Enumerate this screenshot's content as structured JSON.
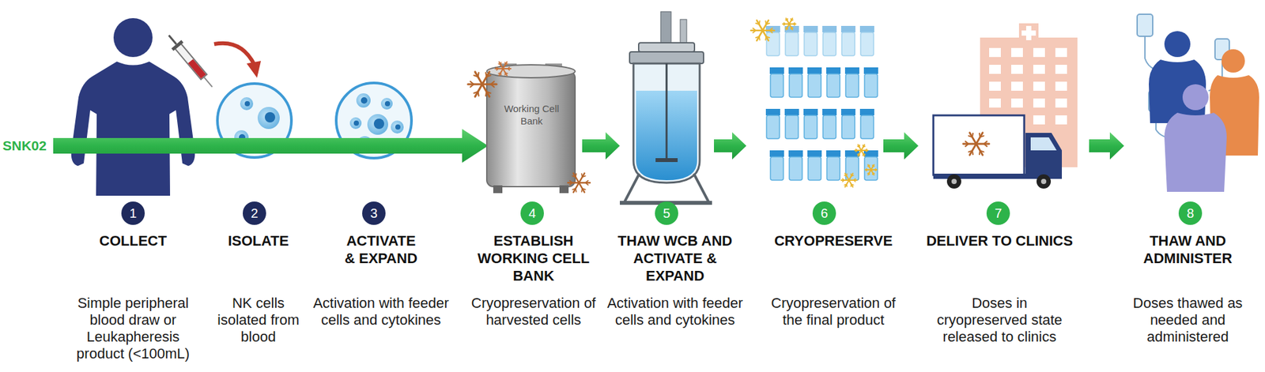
{
  "diagram": {
    "nodes": [
      {
        "text": [
          "1",
          "COLLECT",
          "Simple peripheral blood draw or Leukapheresis product (<100mL)"
        ]
      },
      {
        "text": [
          "2",
          "ISOLATE",
          "NK cells isolated from blood"
        ]
      },
      {
        "text": [
          "3",
          "ACTIVATE & EXPAND",
          "Activation with feeder cells and cytokines"
        ]
      },
      {
        "text": [
          "4",
          "ESTABLISH WORKING CELL BANK",
          "Cryopreservation of harvested cells"
        ]
      },
      {
        "text": [
          "5",
          "THAW WCB AND ACTIVATE & EXPAND",
          "Activation with feeder cells and cytokines"
        ]
      },
      {
        "text": [
          "6",
          "CRYOPRESERVE",
          "Cryopreservation of the final product"
        ]
      },
      {
        "text": [
          "7",
          "DELIVER TO CLINICS",
          "Doses in cryopreserved state released to clinics"
        ]
      },
      {
        "text": [
          "8",
          "THAW AND ADMINISTER",
          "Doses thawed as needed and administered"
        ]
      }
    ],
    "labels": [
      "SNK02",
      "Working Cell Bank"
    ]
  }
}
